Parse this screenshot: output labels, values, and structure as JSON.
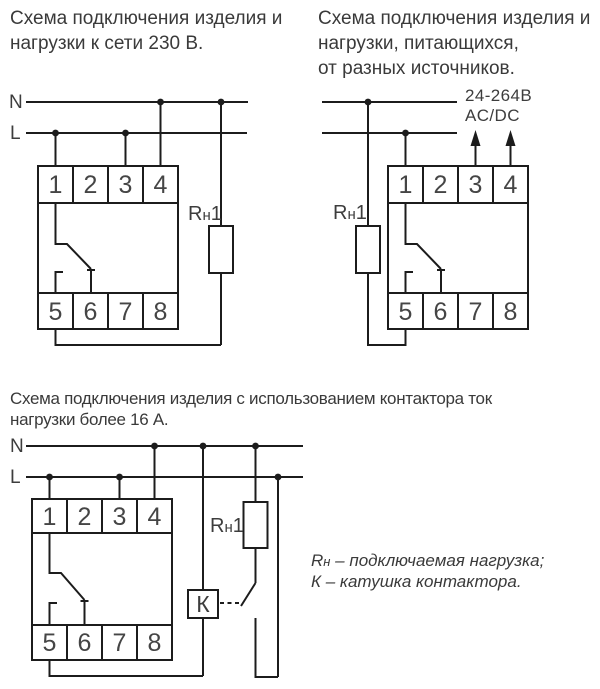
{
  "colors": {
    "ink": "#1c1c1c",
    "text": "#3a3a3a"
  },
  "diagram1": {
    "title": [
      "Схема подключения изделия и",
      "нагрузки к сети 230 В."
    ],
    "neutral_label": "N",
    "line_label": "L",
    "terminals_top": [
      "1",
      "2",
      "3",
      "4"
    ],
    "terminals_bottom": [
      "5",
      "6",
      "7",
      "8"
    ],
    "load_label": {
      "r": "R",
      "sub": "н",
      "num": "1"
    }
  },
  "diagram2": {
    "title": [
      "Схема подключения изделия и",
      "нагрузки, питающихся,",
      "от разных источников."
    ],
    "supply_range": "24-264В",
    "supply_type": "AC/DC",
    "terminals_top": [
      "1",
      "2",
      "3",
      "4"
    ],
    "terminals_bottom": [
      "5",
      "6",
      "7",
      "8"
    ],
    "load_label": {
      "r": "R",
      "sub": "н",
      "num": "1"
    }
  },
  "diagram3": {
    "title": [
      "Схема подключения изделия с использованием контактора ток",
      "нагрузки более 16 А."
    ],
    "neutral_label": "N",
    "line_label": "L",
    "terminals_top": [
      "1",
      "2",
      "3",
      "4"
    ],
    "terminals_bottom": [
      "5",
      "6",
      "7",
      "8"
    ],
    "load_label": {
      "r": "R",
      "sub": "н",
      "num": "1"
    },
    "contactor_label": "К",
    "legend": {
      "r": "R",
      "sub": "н",
      "line1_rest": " – подключаемая нагрузка;",
      "line2": "К – катушка контактора."
    }
  }
}
